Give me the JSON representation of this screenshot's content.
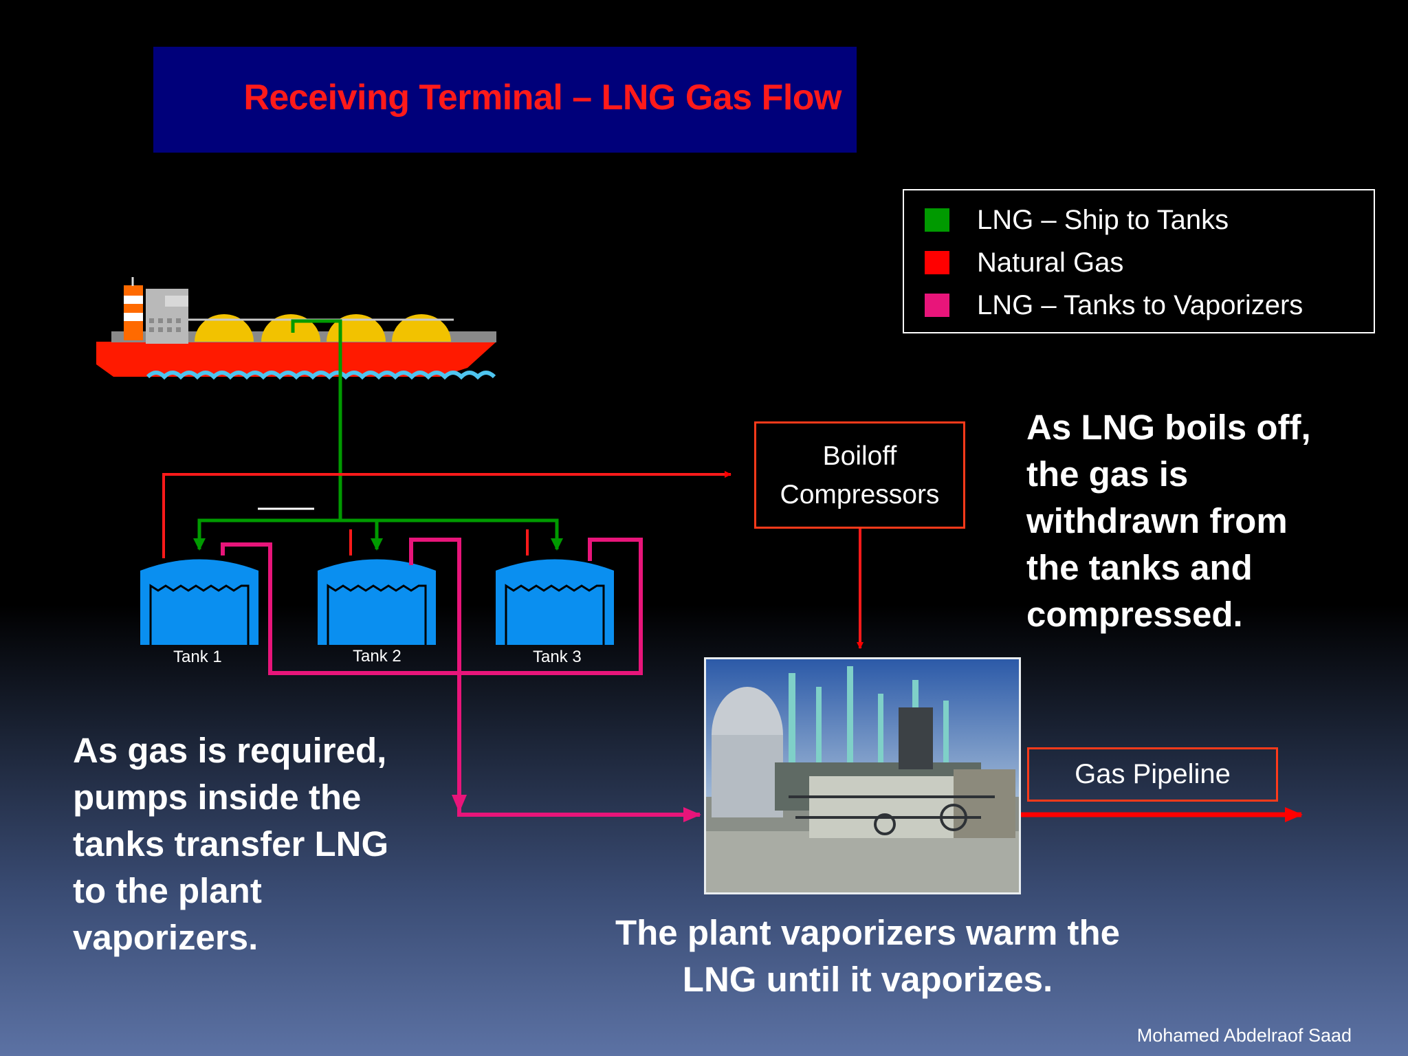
{
  "title": "Receiving Terminal – LNG Gas Flow",
  "legend": {
    "items": [
      {
        "label": "LNG – Ship to Tanks",
        "color": "#009a00"
      },
      {
        "label": "Natural Gas",
        "color": "#ff0000"
      },
      {
        "label": "LNG – Tanks to Vaporizers",
        "color": "#e8157a"
      }
    ]
  },
  "boxes": {
    "boiloff_line1": "Boiloff",
    "boiloff_line2": "Compressors",
    "pipeline": "Gas Pipeline"
  },
  "tanks": [
    "Tank 1",
    "Tank 2",
    "Tank 3"
  ],
  "notes": {
    "right": [
      "As LNG boils off,",
      "the gas is",
      "withdrawn from",
      "the tanks and",
      "compressed."
    ],
    "left": [
      "As gas is required,",
      "pumps inside the",
      "tanks transfer LNG",
      "to the plant",
      "vaporizers."
    ],
    "bottom": [
      "The plant vaporizers warm the",
      "LNG until it vaporizes."
    ]
  },
  "author": "Mohamed Abdelraof Saad",
  "colors": {
    "title_bg": "#00007a",
    "title_text": "#ff1a1a",
    "ship_hull": "#ff1a00",
    "tank_fill": "#0a8ff0",
    "cargo_dome": "#f2c200"
  }
}
